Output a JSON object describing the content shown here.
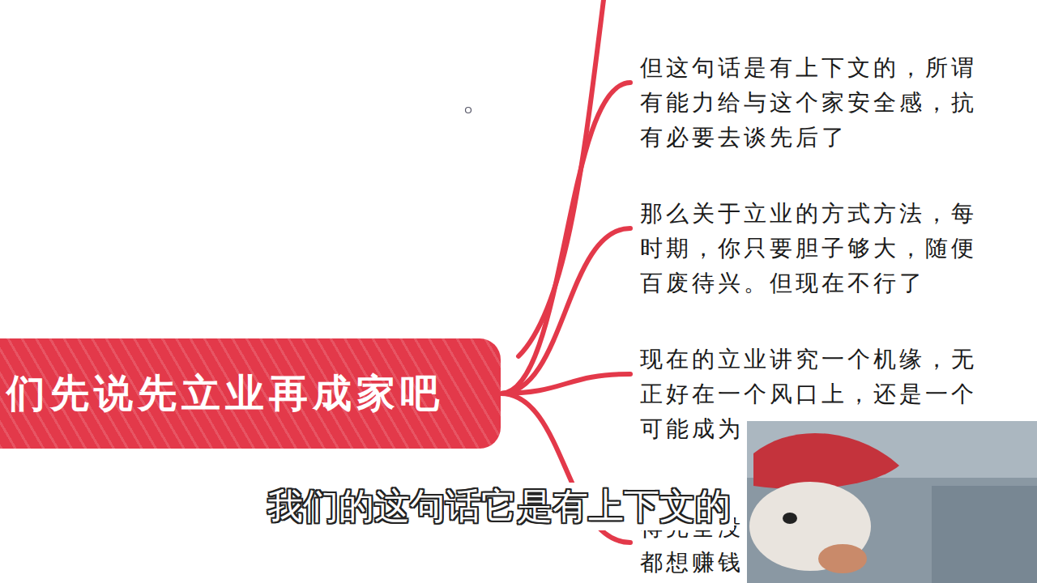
{
  "diagram": {
    "nodes": [
      {
        "text": [
          "们先说先立业再成家吧"
        ]
      },
      {
        "text": [
          "但这句话是有上下文的，所谓 有能力给与这个家安全感，抗 有必要去谈先后了"
        ]
      },
      {
        "text": [
          "那么关于立业的方式方法，每 时期，你只要胆子够大，随便 百废待兴。但现在不行了"
        ]
      },
      {
        "text": [
          "现在的立业讲究一个机缘，无 正好在一个风口上，还是一个 可能成为"
        ]
      },
      {
        "text": [
          "得完全没 都想赚钱"
        ]
      }
    ],
    "edges": [
      {
        "from": 0,
        "to": 1,
        "arrow": "none"
      },
      {
        "from": 0,
        "to": 2,
        "arrow": "none"
      },
      {
        "from": 0,
        "to": 3,
        "arrow": "none"
      },
      {
        "from": 0,
        "to": 4,
        "arrow": "none"
      }
    ],
    "labels": [
      "我们的这句话它是有上下文的"
    ]
  }
}
